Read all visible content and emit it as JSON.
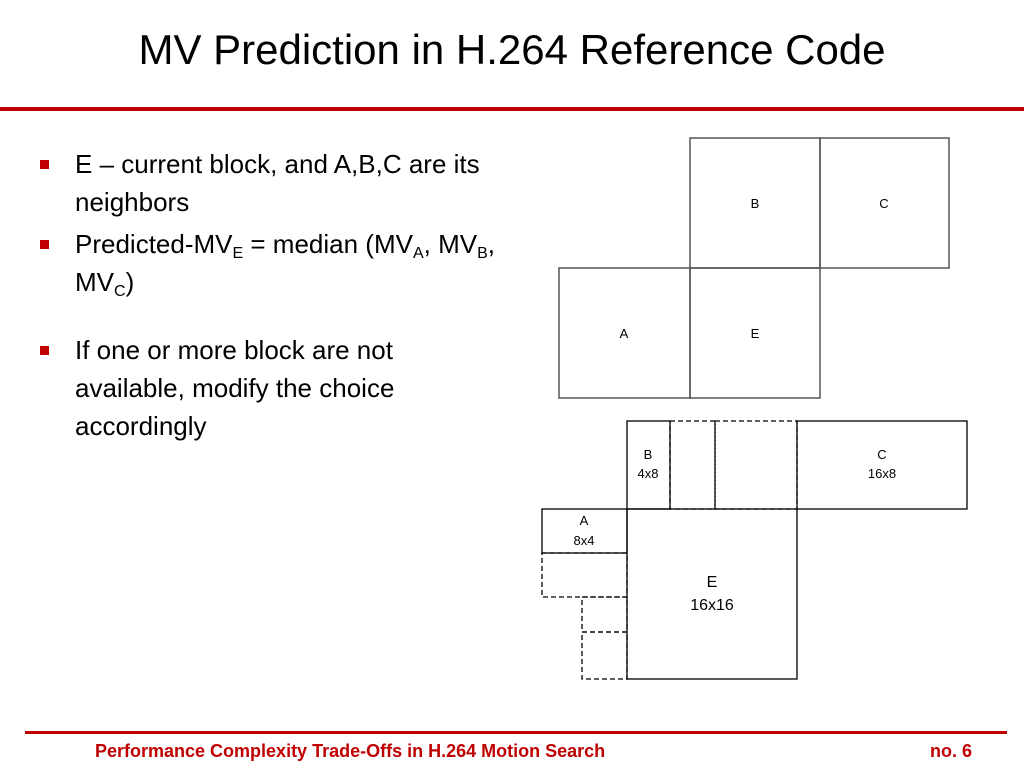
{
  "slide": {
    "title": "MV Prediction in H.264 Reference Code",
    "bullets": [
      {
        "text": "E – current block, and A,B,C are its neighbors"
      },
      {
        "pre": "Predicted-MV",
        "sub_e": "E",
        "mid": " = median (MV",
        "sub_a": "A",
        "comma1": ", MV",
        "sub_b": "B",
        "comma2": ", MV",
        "sub_c": "C",
        "post": ")"
      },
      {
        "text": "If one or more block are not available, modify the choice accordingly"
      }
    ]
  },
  "diagram_top": {
    "label_b": "B",
    "label_c": "C",
    "label_a": "A",
    "label_e": "E"
  },
  "diagram_bottom": {
    "b_name": "B",
    "b_size": "4x8",
    "c_name": "C",
    "c_size": "16x8",
    "a_name": "A",
    "a_size": "8x4",
    "e_name": "E",
    "e_size": "16x16"
  },
  "footer": {
    "title": "Performance Complexity Trade-Offs in H.264 Motion Search",
    "page": "no. 6"
  },
  "colors": {
    "accent": "#c00000"
  }
}
